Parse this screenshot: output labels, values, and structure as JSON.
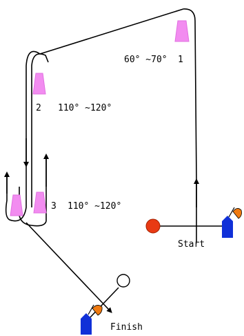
{
  "cones": [
    {
      "number": "1",
      "angle": "60° ~70°"
    },
    {
      "number": "2",
      "angle": "110° ~120°"
    },
    {
      "number": "3",
      "angle": "110° ~120°"
    }
  ],
  "labels": {
    "start": "Start",
    "finish": "Finish"
  },
  "colors": {
    "cone": "#f28cf0",
    "cone_edge": "#e070e0",
    "start_marker": "#e83a14",
    "finish_marker": "#ffffff",
    "flag_pole_base": "#1030d8",
    "flag": "#f07a10",
    "path": "#000000"
  }
}
